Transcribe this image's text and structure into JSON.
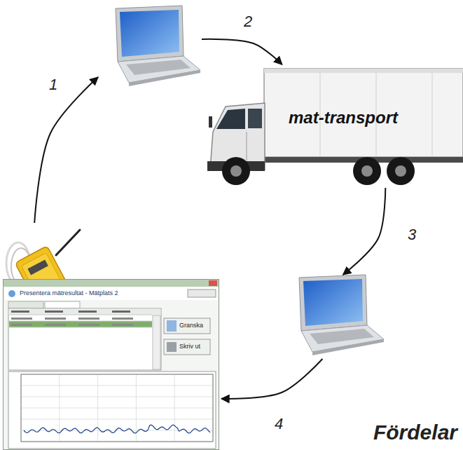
{
  "diagram": {
    "nodes": [
      {
        "text": []
      },
      {
        "text": []
      },
      {
        "text": [
          "mat-transport"
        ]
      },
      {
        "text": []
      },
      {
        "text": [
          "Presentera mätresultat - Mätplats 2",
          "Granska",
          "Skriv ut"
        ]
      }
    ],
    "edges": [
      {
        "from": 0,
        "to": 1,
        "arrow": "to",
        "label": "1"
      },
      {
        "from": 1,
        "to": 2,
        "arrow": "to",
        "label": "2"
      },
      {
        "from": 2,
        "to": 3,
        "arrow": "to",
        "label": "3"
      },
      {
        "from": 3,
        "to": 4,
        "arrow": "to",
        "label": "4"
      }
    ],
    "labels": [
      "Fördelar"
    ]
  }
}
